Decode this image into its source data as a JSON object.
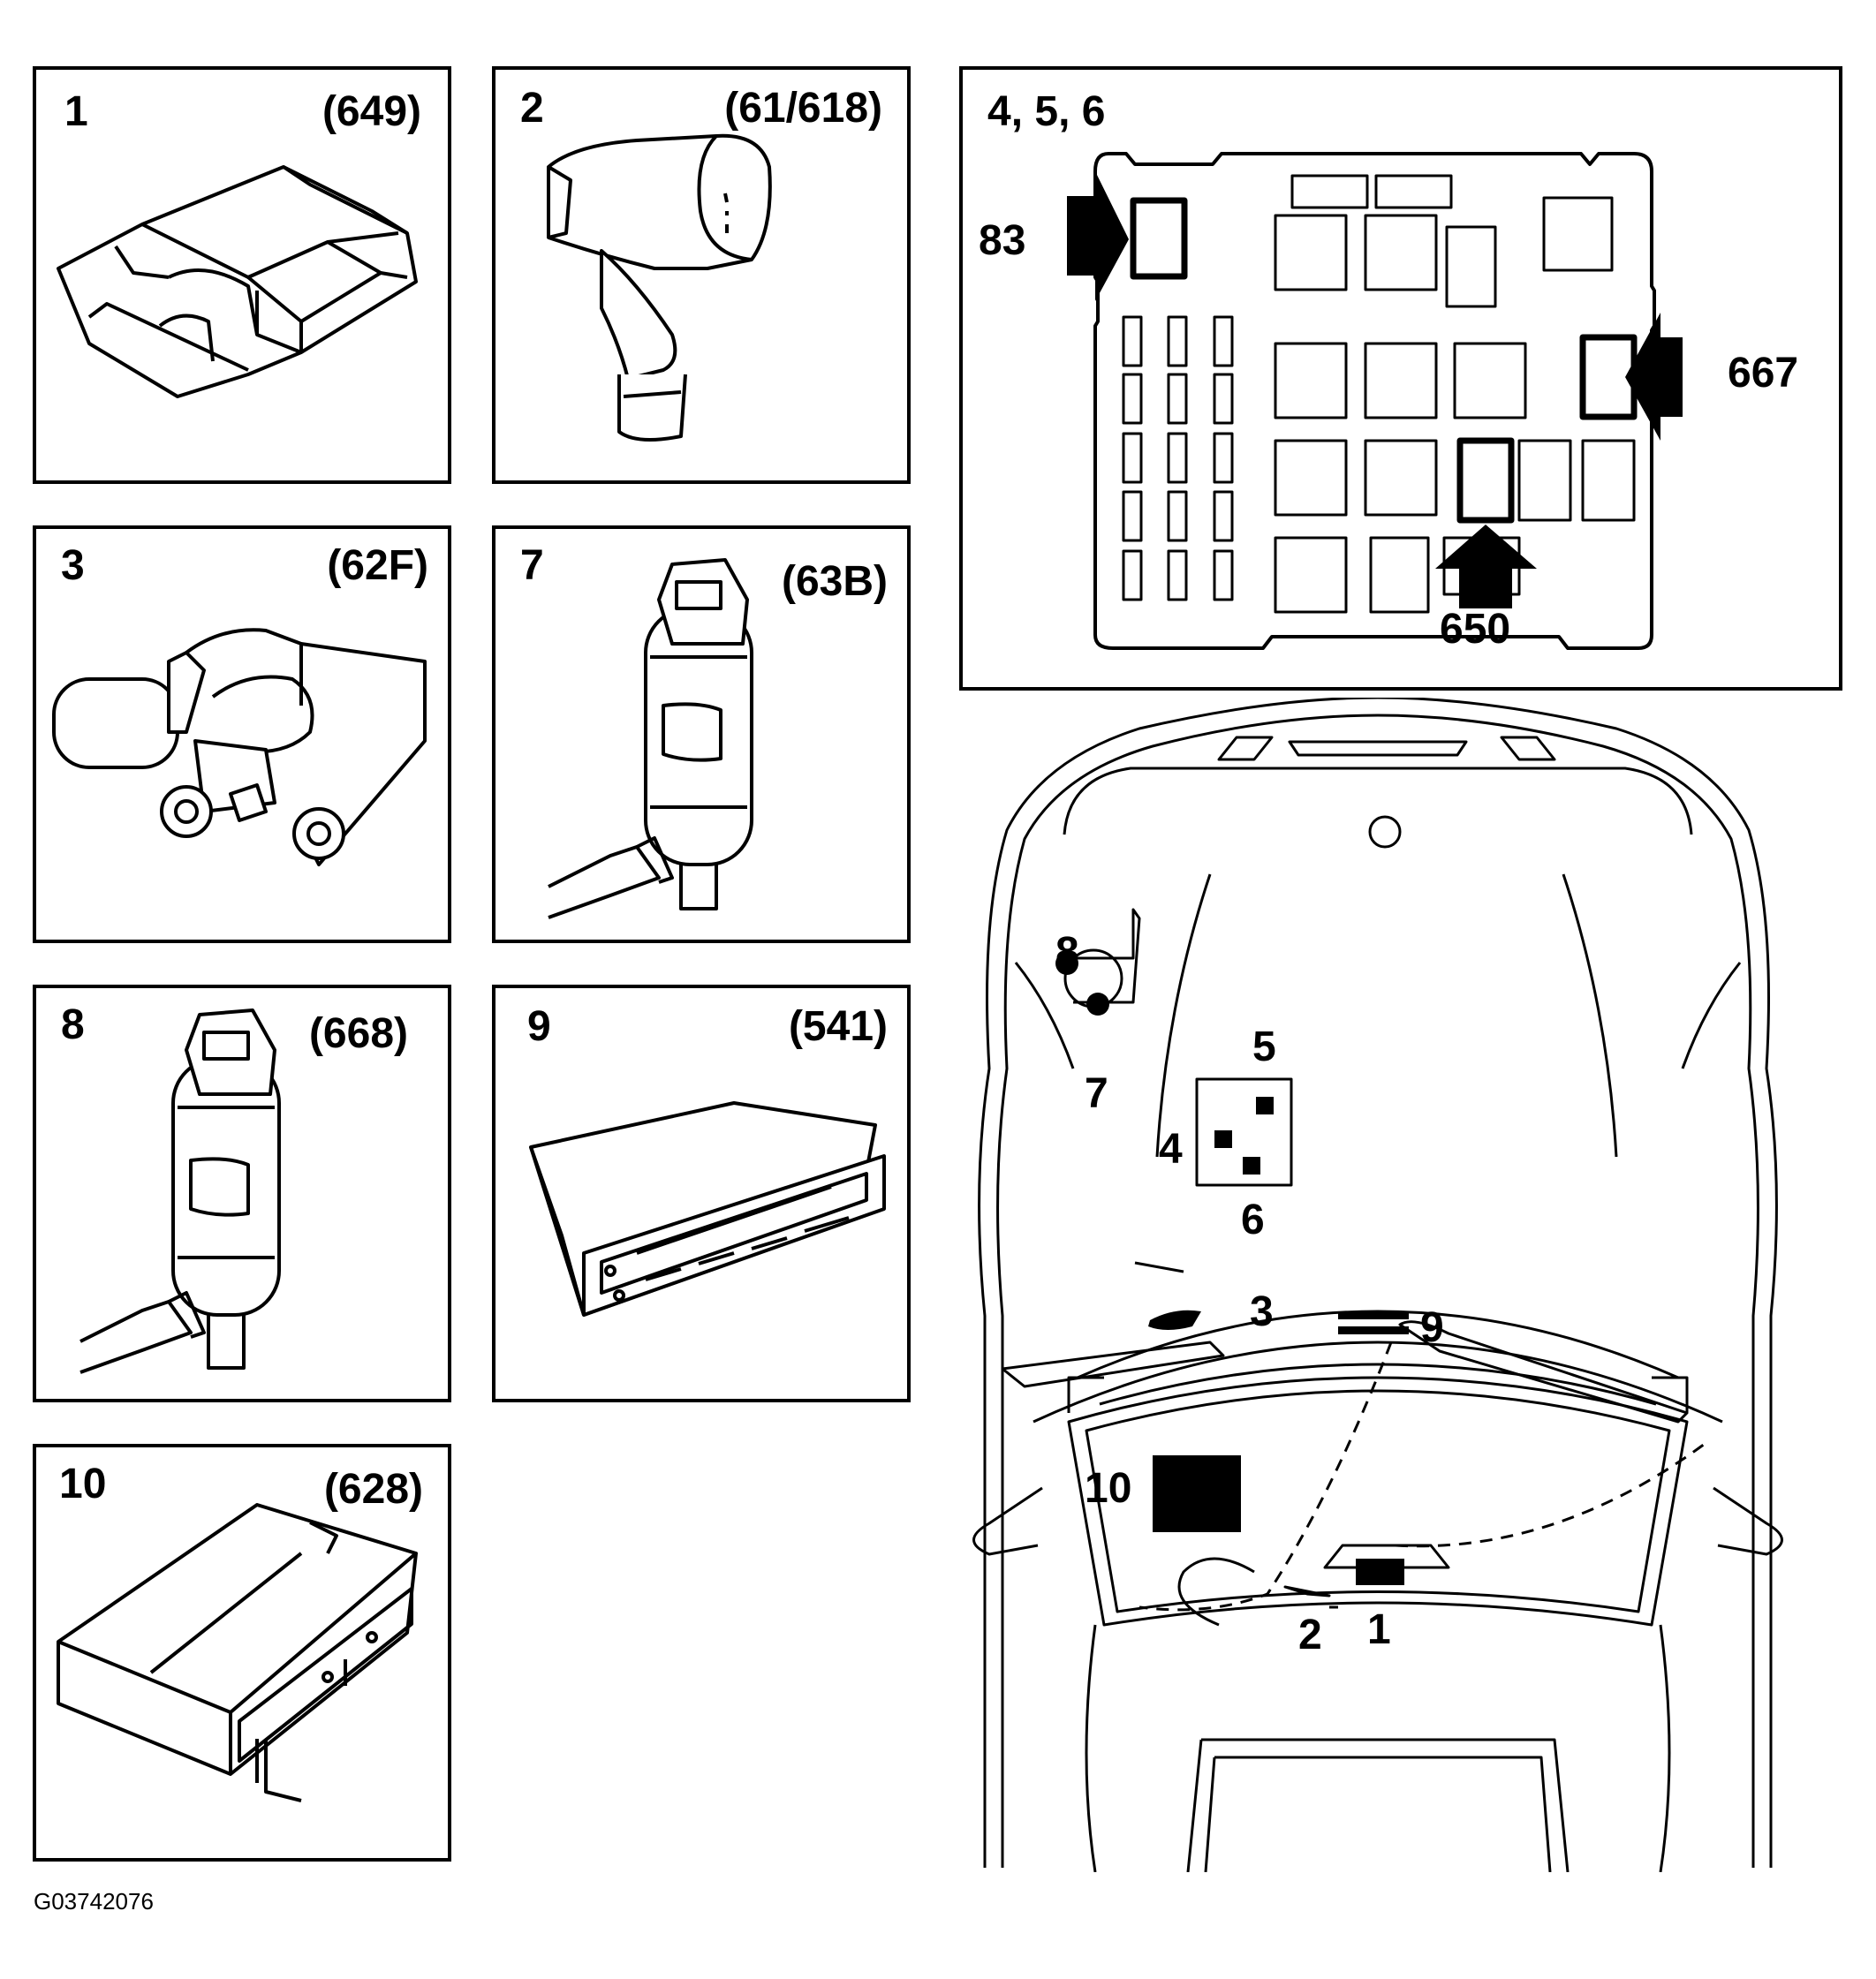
{
  "panels": [
    {
      "num": "1",
      "code": "(649)"
    },
    {
      "num": "2",
      "code": "(61/618)"
    },
    {
      "num": "3",
      "code": "(62F)"
    },
    {
      "num": "7",
      "code": "(63B)"
    },
    {
      "num": "8",
      "code": "(668)"
    },
    {
      "num": "9",
      "code": "(541)"
    },
    {
      "num": "10",
      "code": "(628)"
    }
  ],
  "fusebox": {
    "title": "4, 5, 6",
    "arrow_labels": {
      "left": "83",
      "right": "667",
      "bottom": "650"
    }
  },
  "car": {
    "labels": {
      "l8": "8",
      "l7": "7",
      "l5": "5",
      "l4": "4",
      "l6": "6",
      "l3": "3",
      "l9": "9",
      "l10": "10",
      "l2": "2",
      "l1": "1"
    }
  },
  "footer": {
    "image_id": "G03742076"
  }
}
